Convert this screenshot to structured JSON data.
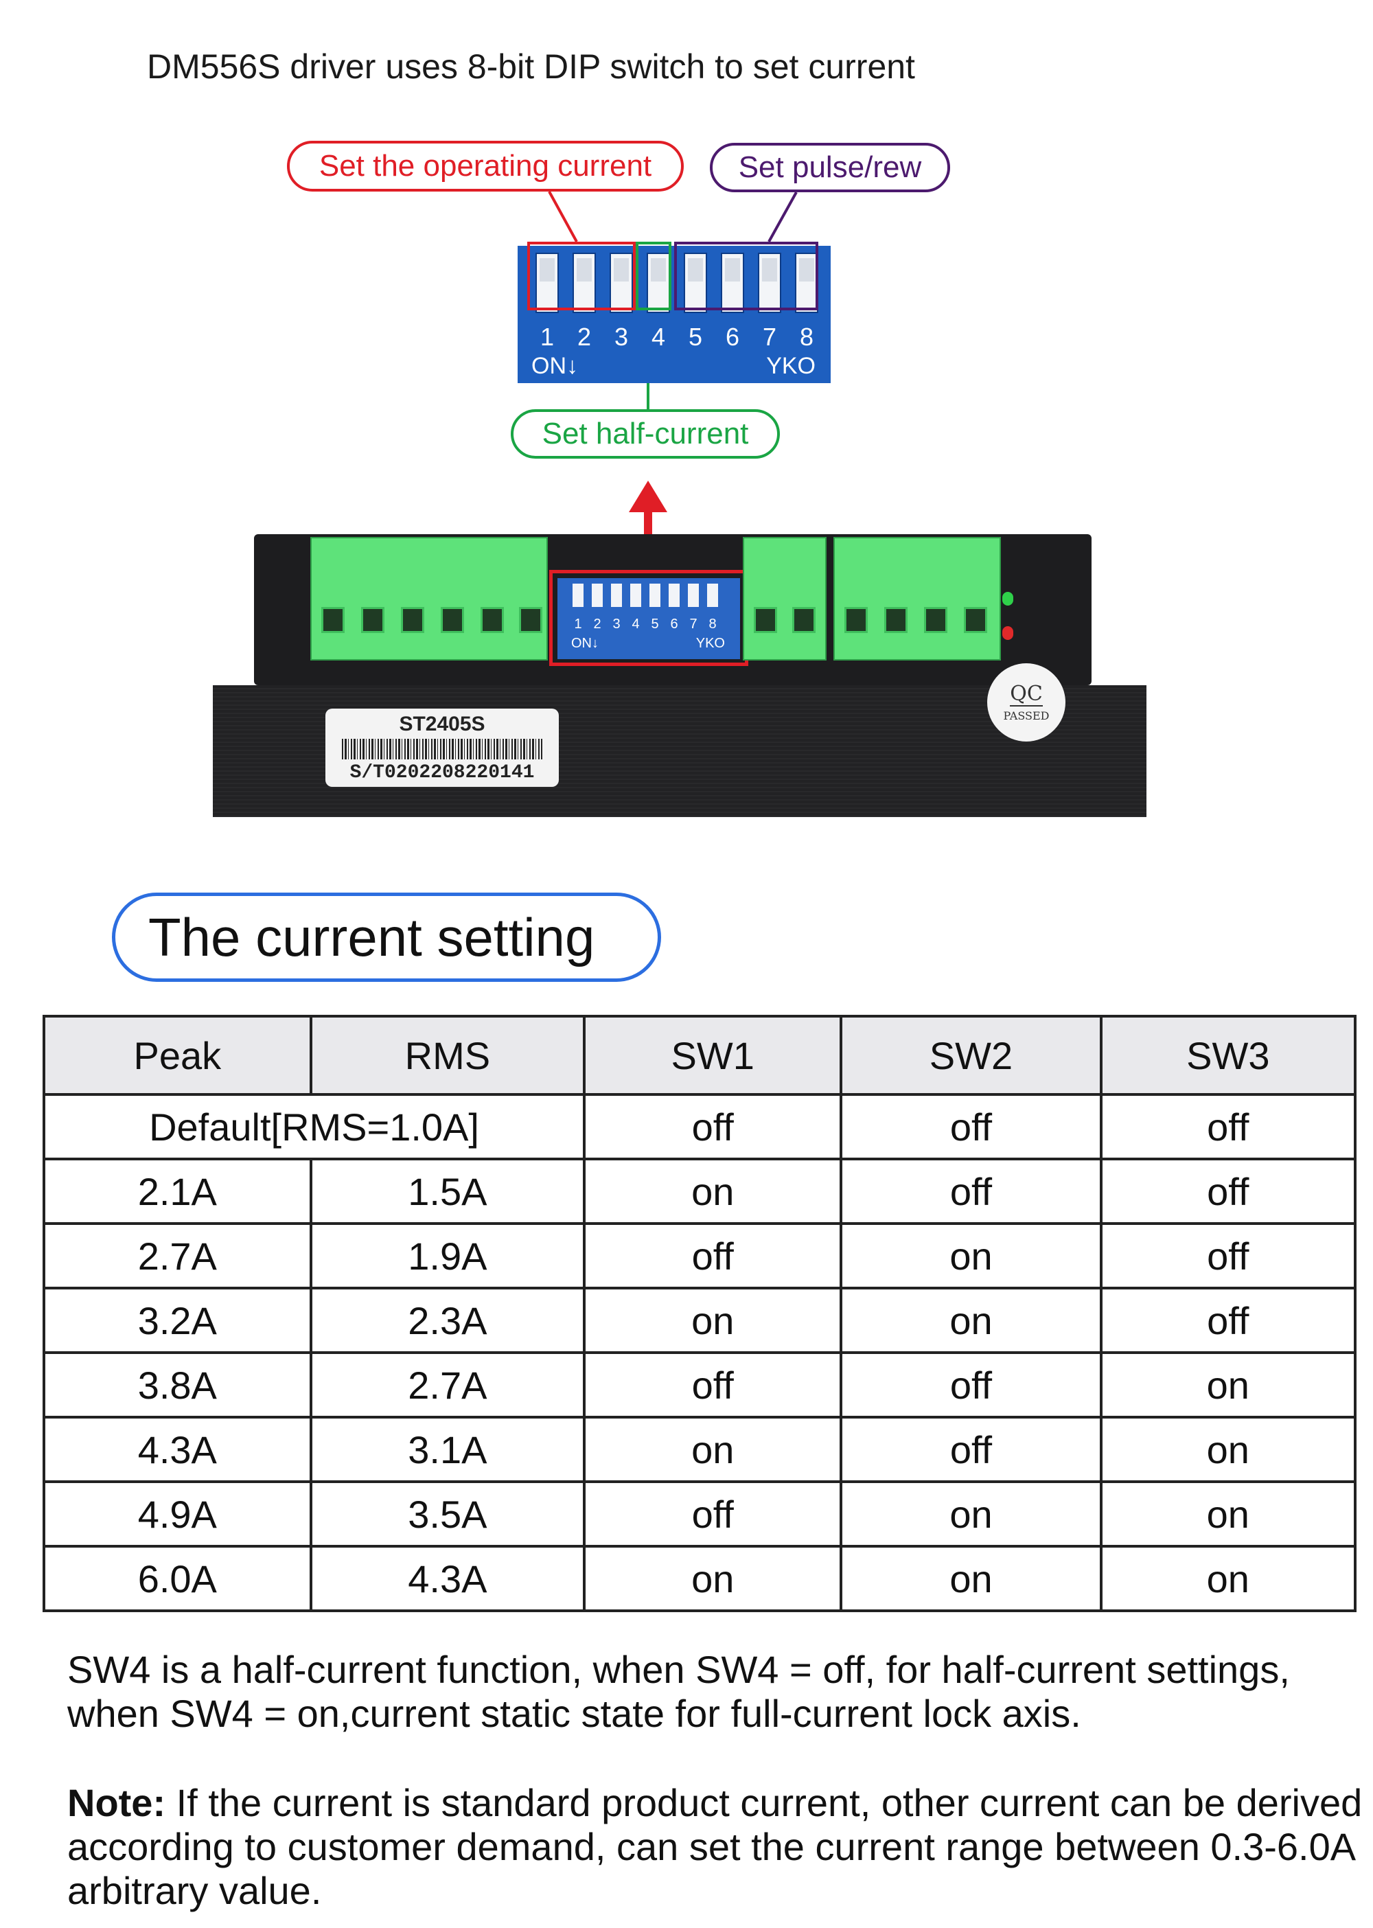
{
  "intro": "DM556S driver uses 8-bit DIP switch to set current",
  "callouts": {
    "operating_current": "Set the operating current",
    "pulse_rev": "Set pulse/rew",
    "half_current": "Set half-current"
  },
  "dip_switch": {
    "numbers": [
      "1",
      "2",
      "3",
      "4",
      "5",
      "6",
      "7",
      "8"
    ],
    "on_label": "ON↓",
    "brand_label": "YKO"
  },
  "device": {
    "model": "ST2405S",
    "serial": "S/T0202208220141",
    "qc_text": "QC",
    "qc_passed": "PASSED"
  },
  "section_title": "The current setting",
  "table": {
    "headers": [
      "Peak",
      "RMS",
      "SW1",
      "SW2",
      "SW3"
    ],
    "default_row": {
      "label": "Default[RMS=1.0A]",
      "sw1": "off",
      "sw2": "off",
      "sw3": "off"
    },
    "rows": [
      {
        "peak": "2.1A",
        "rms": "1.5A",
        "sw1": "on",
        "sw2": "off",
        "sw3": "off"
      },
      {
        "peak": "2.7A",
        "rms": "1.9A",
        "sw1": "off",
        "sw2": "on",
        "sw3": "off"
      },
      {
        "peak": "3.2A",
        "rms": "2.3A",
        "sw1": "on",
        "sw2": "on",
        "sw3": "off"
      },
      {
        "peak": "3.8A",
        "rms": "2.7A",
        "sw1": "off",
        "sw2": "off",
        "sw3": "on"
      },
      {
        "peak": "4.3A",
        "rms": "3.1A",
        "sw1": "on",
        "sw2": "off",
        "sw3": "on"
      },
      {
        "peak": "4.9A",
        "rms": "3.5A",
        "sw1": "off",
        "sw2": "on",
        "sw3": "on"
      },
      {
        "peak": "6.0A",
        "rms": "4.3A",
        "sw1": "on",
        "sw2": "on",
        "sw3": "on"
      }
    ]
  },
  "sw4_note": "SW4 is a half-current function, when SW4 = off, for half-current settings, when SW4 = on,current static state for full-current lock axis.",
  "note": {
    "label": "Note:",
    "text": " If the current is standard product current, other current can be derived according to customer demand, can set the current range between 0.3-6.0A arbitrary value."
  },
  "colors": {
    "red": "#e01e26",
    "purple": "#4c1a6e",
    "green": "#1aa544",
    "blue": "#2c6ee0"
  }
}
